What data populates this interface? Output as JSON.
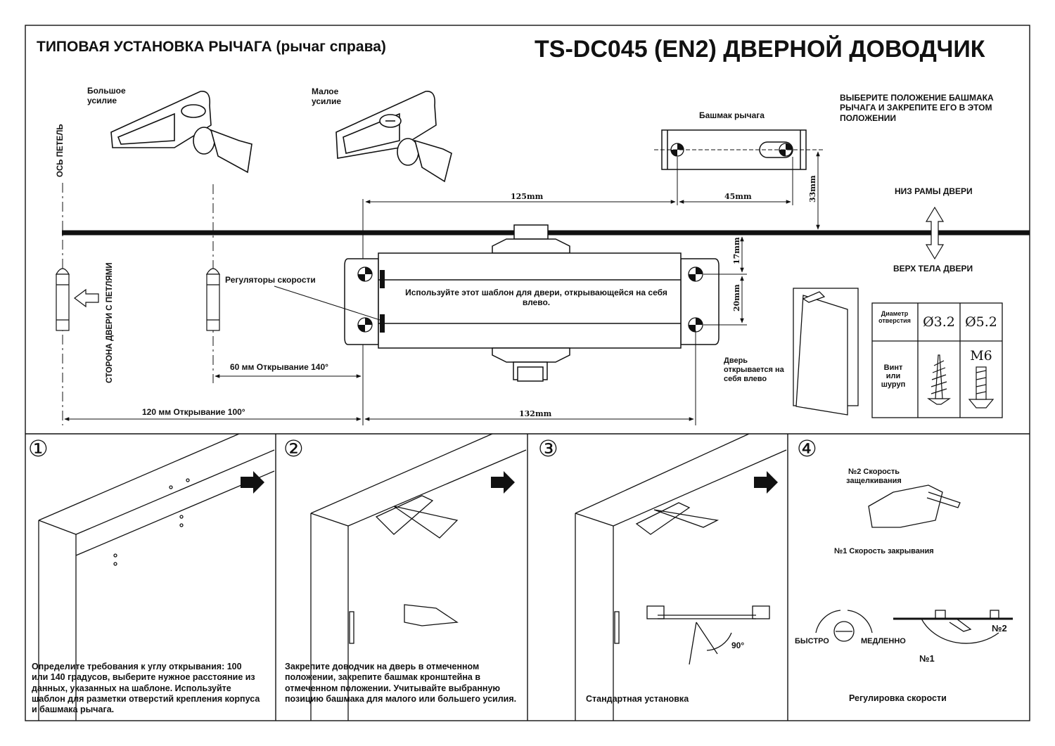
{
  "header": {
    "title_left": "ТИПОВАЯ УСТАНОВКА РЫЧАГА (рычаг справа)",
    "title_right": "TS-DC045 (EN2) ДВЕРНОЙ ДОВОДЧИК"
  },
  "template": {
    "hinge_axis": "ОСЬ ПЕТЕЛЬ",
    "hinge_side": "СТОРОНА ДВЕРИ С ПЕТЛЯМИ",
    "large_force": "Большое усилие",
    "small_force": "Малое усилие",
    "bracket": "Башмак рычага",
    "choose_position": "ВЫБЕРИТЕ ПОЛОЖЕНИЕ БАШМАКА РЫЧАГА И ЗАКРЕПИТЕ ЕГО В ЭТОМ ПОЛОЖЕНИИ",
    "frame_bottom": "НИЗ РАМЫ ДВЕРИ",
    "door_top": "ВЕРХ ТЕЛА ДВЕРИ",
    "speed_regulators": "Регуляторы скорости",
    "use_template": "Используйте этот шаблон для двери, открывающейся на себя влево.",
    "door_opens": "Дверь открывается на себя влево",
    "dim_125": "125mm",
    "dim_45": "45mm",
    "dim_33": "33mm",
    "dim_17": "17mm",
    "dim_20": "20mm",
    "dim_60": "60 мм   Открывание 140°",
    "dim_120": "120 мм   Открывание 100°",
    "dim_132": "132mm"
  },
  "table": {
    "diameter_label": "Диаметр отверстия",
    "d1": "Ø3.2",
    "d2": "Ø5.2",
    "screw_label": "Винт или шуруп",
    "m6": "M6"
  },
  "steps": [
    {
      "number": "①",
      "text": "Определите требования к углу открывания: 100 или 140 градусов, выберите нужное расстояние из данных, указанных на шаблоне. Используйте шаблон для разметки отверстий крепления корпуса и башмака рычага."
    },
    {
      "number": "②",
      "text": "Закрепите доводчик на дверь в отмеченном положении, закрепите башмак кронштейна в отмеченном положении. Учитывайте выбранную позицию башмака для малого или большего усилия."
    },
    {
      "number": "③",
      "text": "Стандартная установка",
      "angle": "90°"
    },
    {
      "number": "④",
      "text": "Регулировка скорости",
      "speed2": "№2 Скорость защелкивания",
      "speed1": "№1 Скорость закрывания",
      "fast": "БЫСТРО",
      "slow": "МЕДЛЕННО",
      "n1": "№1",
      "n2": "№2"
    }
  ],
  "colors": {
    "ink": "#111111",
    "paper": "#ffffff"
  }
}
